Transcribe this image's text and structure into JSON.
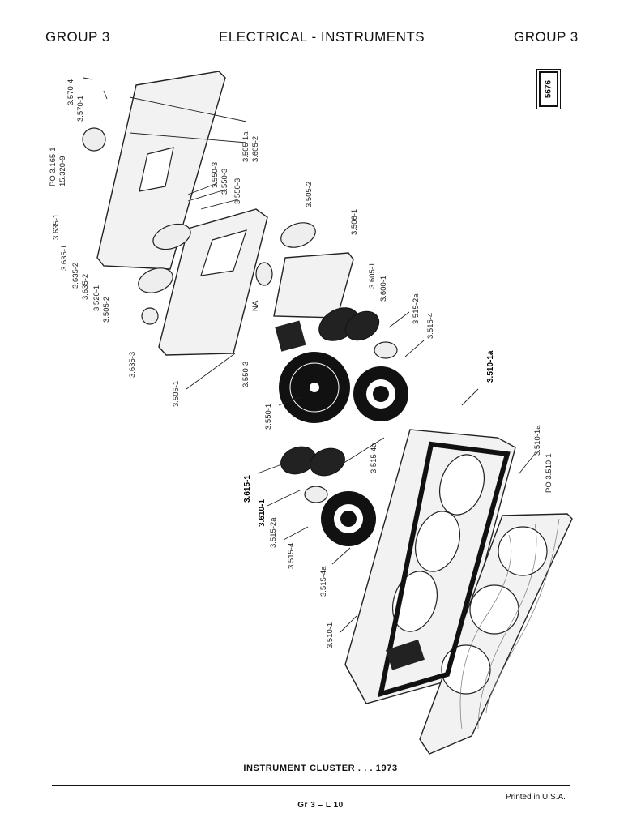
{
  "header": {
    "left": "GROUP 3",
    "center": "ELECTRICAL - INSTRUMENTS",
    "right": "GROUP 3",
    "page_box": "5676"
  },
  "callouts": [
    "3.570-4",
    "3.570-1",
    "PO 3.165-1",
    "15.320-9",
    "3.505-1a",
    "3.605-2",
    "3.550-3",
    "3.550-3",
    "3.550-3",
    "3.635-1",
    "3.635-1",
    "3.635-2",
    "3.635-2",
    "3.520-1",
    "3.505-2",
    "3.505-2",
    "3.506-1",
    "3.605-1",
    "3.600-1",
    "NA",
    "3.635-3",
    "3.505-1",
    "3.550-3",
    "3.550-1",
    "3.515-2a",
    "3.515-4",
    "3.510-1a",
    "3.510-1a",
    "PO 3.510-1",
    "3.515-4a",
    "3.615-1",
    "3.610-1",
    "3.515-2a",
    "3.515-4",
    "3.515-4a",
    "3.510-1"
  ],
  "caption": "INSTRUMENT CLUSTER . . . 1973",
  "printed": "Printed  in U.S.A.",
  "footer": "Gr 3  –  L 10"
}
